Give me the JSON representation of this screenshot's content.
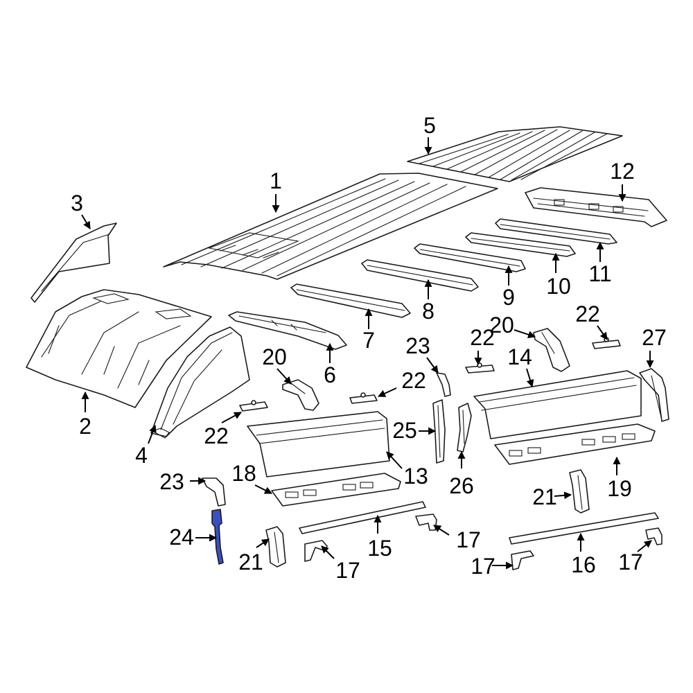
{
  "diagram": {
    "highlight_color": "#3b4fc4",
    "callouts": [
      {
        "id": "c1",
        "label": "1"
      },
      {
        "id": "c2",
        "label": "2"
      },
      {
        "id": "c3",
        "label": "3"
      },
      {
        "id": "c4",
        "label": "4"
      },
      {
        "id": "c5",
        "label": "5"
      },
      {
        "id": "c6",
        "label": "6"
      },
      {
        "id": "c7",
        "label": "7"
      },
      {
        "id": "c8",
        "label": "8"
      },
      {
        "id": "c9",
        "label": "9"
      },
      {
        "id": "c10",
        "label": "10"
      },
      {
        "id": "c11",
        "label": "11"
      },
      {
        "id": "c12",
        "label": "12"
      },
      {
        "id": "c13",
        "label": "13"
      },
      {
        "id": "c14",
        "label": "14"
      },
      {
        "id": "c15",
        "label": "15"
      },
      {
        "id": "c16",
        "label": "16"
      },
      {
        "id": "c17a",
        "label": "17"
      },
      {
        "id": "c17b",
        "label": "17"
      },
      {
        "id": "c17c",
        "label": "17"
      },
      {
        "id": "c17d",
        "label": "17"
      },
      {
        "id": "c18",
        "label": "18"
      },
      {
        "id": "c19",
        "label": "19"
      },
      {
        "id": "c20a",
        "label": "20"
      },
      {
        "id": "c20b",
        "label": "20"
      },
      {
        "id": "c21a",
        "label": "21"
      },
      {
        "id": "c21b",
        "label": "21"
      },
      {
        "id": "c22a",
        "label": "22"
      },
      {
        "id": "c22b",
        "label": "22"
      },
      {
        "id": "c22c",
        "label": "22"
      },
      {
        "id": "c22d",
        "label": "22"
      },
      {
        "id": "c23a",
        "label": "23"
      },
      {
        "id": "c23b",
        "label": "23"
      },
      {
        "id": "c24",
        "label": "24"
      },
      {
        "id": "c25",
        "label": "25"
      },
      {
        "id": "c26",
        "label": "26"
      },
      {
        "id": "c27",
        "label": "27"
      }
    ]
  }
}
